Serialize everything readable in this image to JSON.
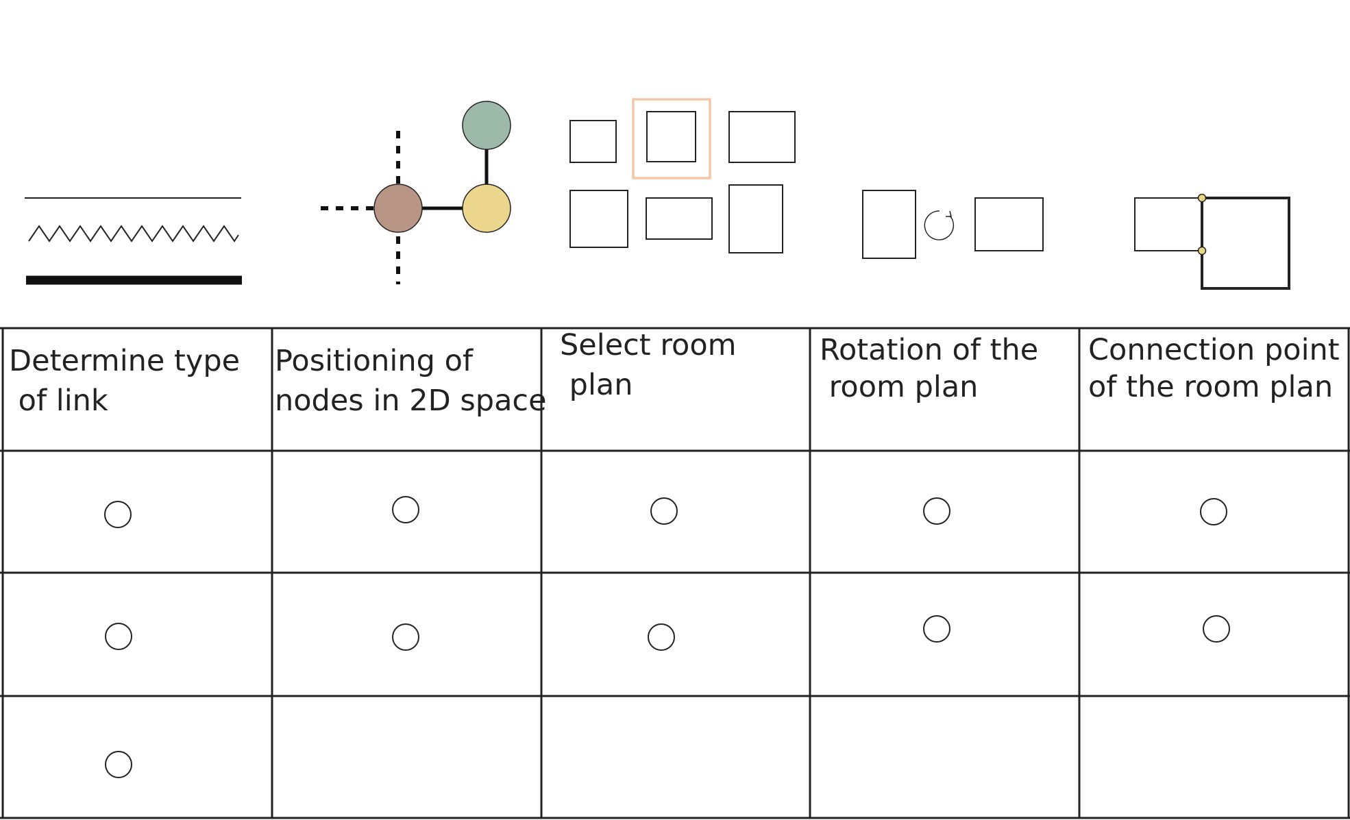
{
  "colors": {
    "line": "#222222",
    "node_green": "#9cb9aa",
    "node_brown": "#b89584",
    "node_yellow": "#ecd58d",
    "selected_outline": "#f3c7a8",
    "connection_point": "#e8d884"
  },
  "steps": [
    {
      "id": "link-type",
      "title_lines": [
        "Determine type",
        " of link"
      ],
      "icon": "link-types-illustration",
      "options_count": 3
    },
    {
      "id": "node-positioning",
      "title_lines": [
        "Positioning of",
        "nodes in 2D space"
      ],
      "icon": "node-graph-illustration",
      "options_count": 2
    },
    {
      "id": "select-room-plan",
      "title_lines": [
        "Select room",
        " plan"
      ],
      "icon": "room-plan-selection-illustration",
      "options_count": 2
    },
    {
      "id": "rotation",
      "title_lines": [
        "Rotation of the",
        " room plan"
      ],
      "icon": "rotation-illustration",
      "options_count": 2
    },
    {
      "id": "connection-point",
      "title_lines": [
        "Connection point",
        "of the room plan"
      ],
      "icon": "connection-point-illustration",
      "options_count": 2
    }
  ]
}
